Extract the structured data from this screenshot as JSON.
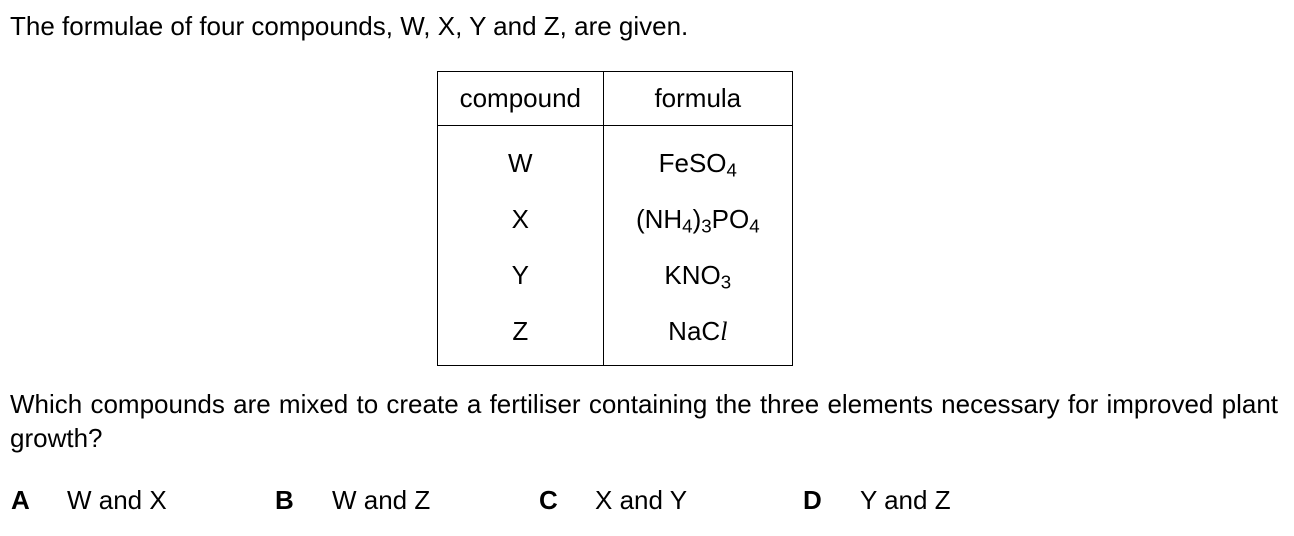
{
  "intro_text": "The formulae of four compounds, W, X, Y and Z, are given.",
  "table": {
    "headers": {
      "compound": "compound",
      "formula": "formula"
    },
    "rows": [
      {
        "compound": "W",
        "formula": {
          "parts": [
            [
              "FeSO",
              ""
            ],
            [
              "4",
              "sub"
            ]
          ]
        }
      },
      {
        "compound": "X",
        "formula": {
          "parts": [
            [
              "(NH",
              ""
            ],
            [
              "4",
              "sub"
            ],
            [
              ")",
              ""
            ],
            [
              "3",
              "sub"
            ],
            [
              "PO",
              ""
            ],
            [
              "4",
              "sub"
            ]
          ]
        }
      },
      {
        "compound": "Y",
        "formula": {
          "parts": [
            [
              "KNO",
              ""
            ],
            [
              "3",
              "sub"
            ]
          ]
        }
      },
      {
        "compound": "Z",
        "formula": {
          "parts": [
            [
              "NaC",
              ""
            ],
            [
              "l",
              "italic"
            ]
          ]
        }
      }
    ]
  },
  "question_text": "Which compounds are mixed to create a fertiliser containing the three elements necessary for improved plant growth?",
  "options": [
    {
      "letter": "A",
      "text": "W and X"
    },
    {
      "letter": "B",
      "text": "W and Z"
    },
    {
      "letter": "C",
      "text": "X and Y"
    },
    {
      "letter": "D",
      "text": "Y and Z"
    }
  ]
}
